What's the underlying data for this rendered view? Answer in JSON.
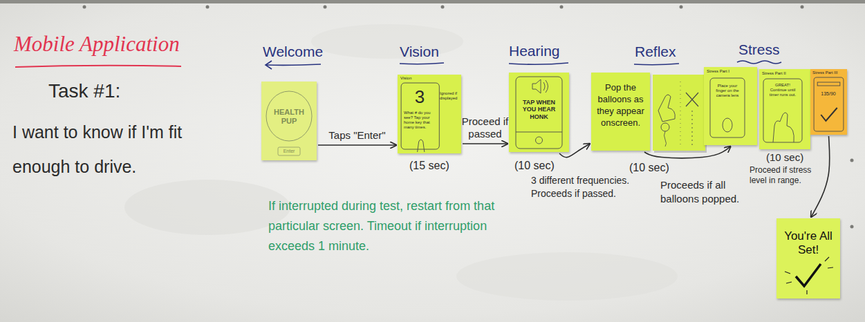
{
  "diagram": {
    "title": "Mobile Application",
    "nodes": [
      {
        "text": [
          "HEALTH PUP",
          "Enter"
        ]
      },
      {
        "text": [
          "Vision",
          "3",
          "What # do you see? Tap your home key that many times.",
          "Ignored if displayed"
        ]
      },
      {
        "text": [
          "TAP WHEN YOU HEAR HONK"
        ]
      },
      {
        "text": [
          "Pop the balloons as they appear onscreen."
        ]
      },
      {
        "text": [
          "Stress Part I",
          "Place your finger on the camera lens"
        ]
      },
      {
        "text": [
          "Stress Part II",
          "GREAT! Continue until timer runs out."
        ]
      },
      {
        "text": [
          "Stress Part III",
          "135/90"
        ]
      },
      {
        "text": [
          "You're All Set!"
        ]
      }
    ],
    "edges": [
      {
        "from": 0,
        "to": 1,
        "label": "Taps \"Enter\"",
        "arrow": "to"
      },
      {
        "from": 1,
        "to": 2,
        "label": "Proceed if passed",
        "arrow": "to"
      },
      {
        "from": 2,
        "to": 3,
        "arrow": "to"
      },
      {
        "from": 3,
        "to": 4,
        "arrow": "to"
      },
      {
        "from": 6,
        "to": 7,
        "arrow": "to"
      }
    ],
    "labels": [
      "Task #1:",
      "I want to know if I'm fit enough to drive.",
      "Welcome",
      "Vision",
      "Hearing",
      "Reflex",
      "Stress",
      "(15 sec)",
      "(10 sec)",
      "3 different frequencies. Proceeds if passed.",
      "(10 sec)",
      "Proceeds if all balloons popped.",
      "(10 sec)",
      "Proceed if stress level in range.",
      "If interrupted during test, restart from that particular screen. Timeout if interruption exceeds 1 minute."
    ]
  }
}
